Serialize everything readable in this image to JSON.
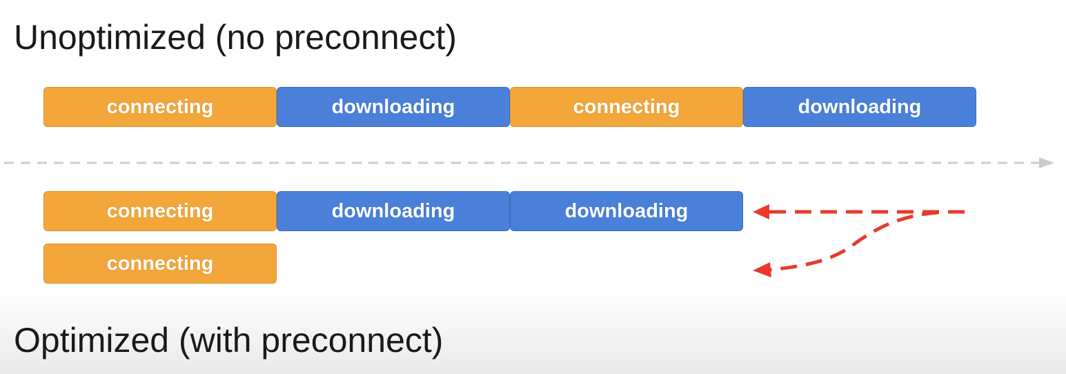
{
  "titles": {
    "top": "Unoptimized (no preconnect)",
    "bottom": "Optimized (with preconnect)"
  },
  "unoptimized": {
    "bars": [
      {
        "label": "connecting",
        "kind": "connecting"
      },
      {
        "label": "downloading",
        "kind": "downloading"
      },
      {
        "label": "connecting",
        "kind": "connecting"
      },
      {
        "label": "downloading",
        "kind": "downloading"
      }
    ]
  },
  "optimized": {
    "row1": [
      {
        "label": "connecting",
        "kind": "connecting"
      },
      {
        "label": "downloading",
        "kind": "downloading"
      },
      {
        "label": "downloading",
        "kind": "downloading"
      }
    ],
    "row2": [
      {
        "label": "connecting",
        "kind": "connecting"
      }
    ]
  },
  "colors": {
    "connecting": "#f3a73b",
    "downloading": "#4a80d9",
    "timeline": "#cccccc",
    "arrow": "#e8392b"
  },
  "icons": {
    "timeline_arrow": "arrow-right-icon",
    "savings_arrows": "dashed-red-arrow-icon"
  }
}
